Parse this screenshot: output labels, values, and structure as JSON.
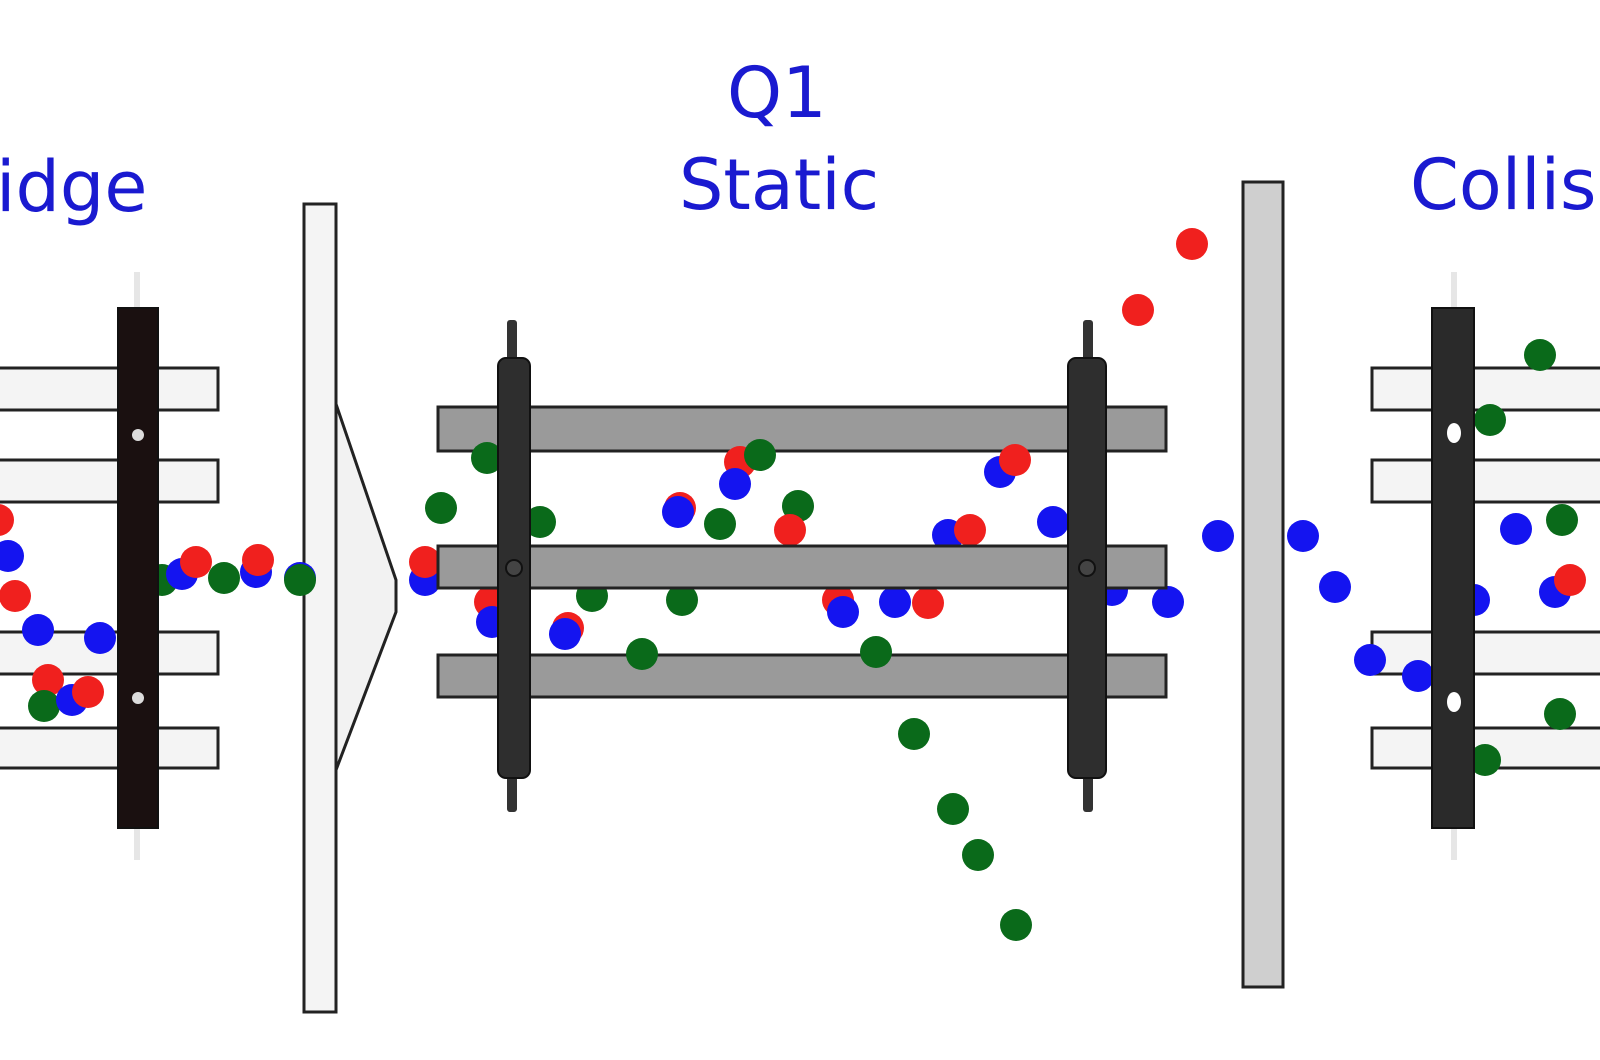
{
  "labels": {
    "ion_bridge_partial": "idge",
    "q1_line1": "Q1",
    "q1_line2": "Static",
    "collision_partial": "Collis"
  },
  "colors": {
    "label_text": "#1a1ad0",
    "ion_red": "#f0201e",
    "ion_blue": "#1414f0",
    "ion_green": "#0a6a1a",
    "rod_dark": "#2e2e2e",
    "rod_gray": "#9a9a9a",
    "lens_light": "#f2f2f2",
    "plate_gray": "#cfcfcf",
    "outline": "#222222"
  },
  "components": [
    "ion-bridge",
    "lens",
    "q1-quadrupole",
    "exit-plate",
    "collision-cell"
  ]
}
